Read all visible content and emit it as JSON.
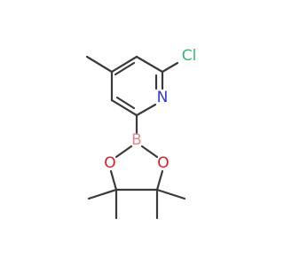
{
  "atoms": [
    {
      "id": "cl",
      "label": "Cl",
      "color": "#3cb371"
    },
    {
      "id": "n",
      "label": "N",
      "color": "#2f3ad6"
    },
    {
      "id": "b",
      "label": "B",
      "color": "#d98a8a"
    },
    {
      "id": "o1",
      "label": "O",
      "color": "#e0191e"
    },
    {
      "id": "o2",
      "label": "O",
      "color": "#e0191e"
    }
  ],
  "bond_color": "#3a3a3a"
}
